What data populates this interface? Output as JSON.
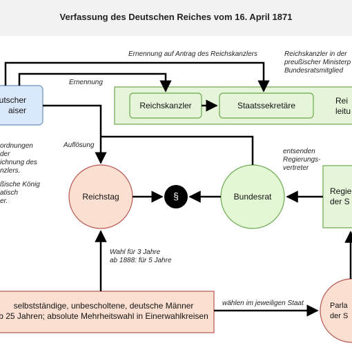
{
  "title": "Verfassung des Deutschen Reiches vom 16. April 1871",
  "nodes": {
    "kaiser": [
      "utscher",
      "aiser"
    ],
    "reichskanzler": "Reichskanzler",
    "staatssekretaere": "Staatssekretäre",
    "reichsleitung": [
      "Rei",
      "leitu"
    ],
    "reichstag": "Reichstag",
    "paragraph": "§",
    "bundesrat": "Bundesrat",
    "regierungen": [
      "Regie",
      "der S"
    ],
    "waehler": [
      "selbstständige, unbescholtene, deutsche Männer",
      "b 25 Jahren; absolute Mehrheitswahl in Einerwahlkreisen"
    ],
    "parlamente": [
      "Parla",
      "der S"
    ]
  },
  "labels": {
    "ernennung_antrag": "Ernennung auf Antrag des Reichskanzlers",
    "reichskanzler_note": [
      "Reichskanzler in der",
      "preußischer Ministerp",
      "Bundesratsmitglied"
    ],
    "ernennung": "Ernennung",
    "verordnungen": [
      "ordnungen",
      "der",
      "ichnung des",
      "nzlers."
    ],
    "preussische_koenig": [
      "ßische König",
      "atisch",
      "er."
    ],
    "aufloesung": "Auflösung",
    "entsenden": [
      "entsenden",
      "Regierungs-",
      "vertreter"
    ],
    "wahl": [
      "Wahl für 3 Jahre",
      "ab 1888: für 5 Jahre"
    ],
    "waehlen": "wählen im jeweiligen Staat"
  },
  "colors": {
    "kaiser_fill": "#dae8fc",
    "kaiser_stroke": "#6c8ebf",
    "green_fill": "#e6f5d9",
    "green_stroke": "#6aa84f",
    "salmon_fill": "#fbe0d2",
    "salmon_stroke": "#b85450",
    "green_light": "#e4f7d4"
  }
}
